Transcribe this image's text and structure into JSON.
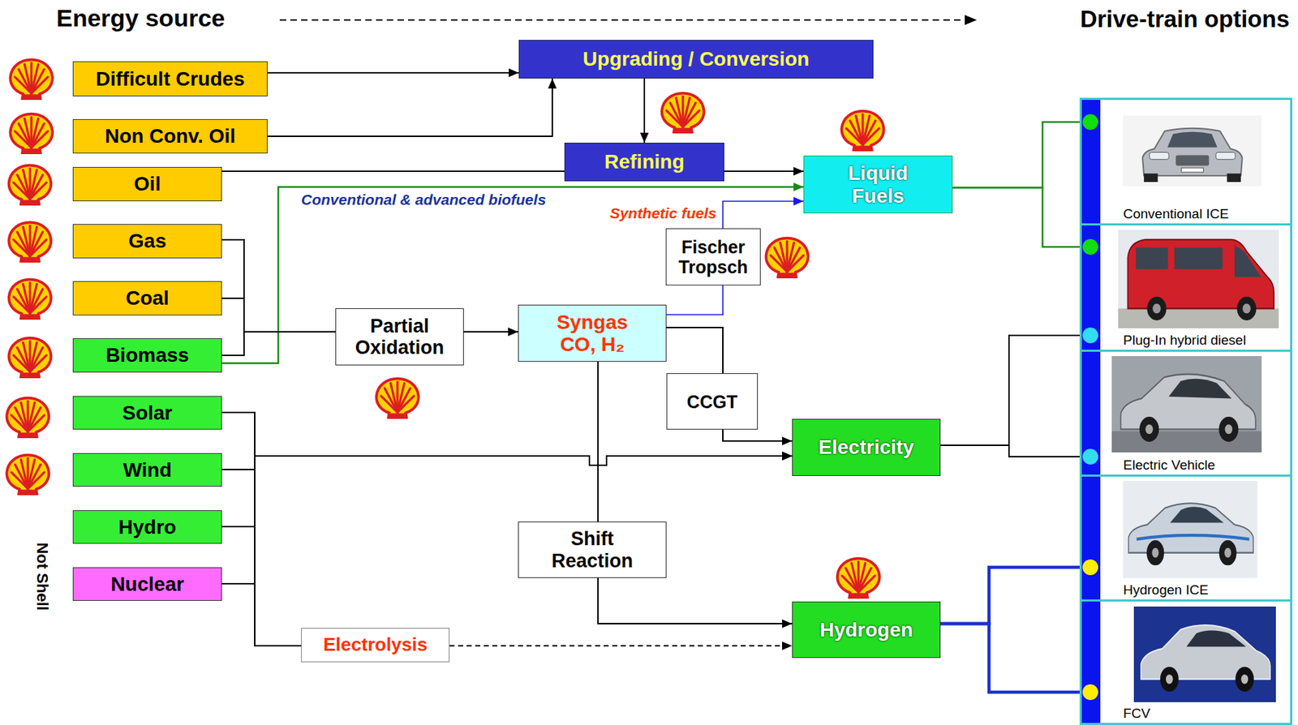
{
  "diagram": {
    "nodes": [
      {
        "text": [
          "Difficult Crudes"
        ]
      },
      {
        "text": [
          "Non Conv. Oil"
        ]
      },
      {
        "text": [
          "Oil"
        ]
      },
      {
        "text": [
          "Gas"
        ]
      },
      {
        "text": [
          "Coal"
        ]
      },
      {
        "text": [
          "Biomass"
        ]
      },
      {
        "text": [
          "Solar"
        ]
      },
      {
        "text": [
          "Wind"
        ]
      },
      {
        "text": [
          "Hydro"
        ]
      },
      {
        "text": [
          "Nuclear"
        ]
      },
      {
        "text": [
          "Upgrading / Conversion"
        ]
      },
      {
        "text": [
          "Refining"
        ]
      },
      {
        "text": [
          "Liquid Fuels"
        ]
      },
      {
        "text": [
          "Partial Oxidation"
        ]
      },
      {
        "text": [
          "Syngas",
          "CO, H₂"
        ]
      },
      {
        "text": [
          "Fischer Tropsch"
        ]
      },
      {
        "text": [
          "CCGT"
        ]
      },
      {
        "text": [
          "Electricity"
        ]
      },
      {
        "text": [
          "Shift Reaction"
        ]
      },
      {
        "text": [
          "Hydrogen"
        ]
      },
      {
        "text": [
          "Electrolysis"
        ]
      },
      {
        "text": [
          "Conventional ICE"
        ]
      },
      {
        "text": [
          "Plug-In hybrid diesel"
        ]
      },
      {
        "text": [
          "Electric Vehicle"
        ]
      },
      {
        "text": [
          "Hydrogen ICE"
        ]
      },
      {
        "text": [
          "FCV"
        ]
      }
    ],
    "edges": [
      {
        "from": 0,
        "to": 10,
        "arrow": "to"
      },
      {
        "from": 1,
        "to": 10,
        "arrow": "to"
      },
      {
        "from": 10,
        "to": 11,
        "arrow": "to"
      },
      {
        "from": 2,
        "to": 11,
        "arrow": "none"
      },
      {
        "from": 11,
        "to": 12,
        "arrow": "to"
      },
      {
        "from": 5,
        "to": 12,
        "arrow": "to",
        "label": "Conventional & advanced biofuels"
      },
      {
        "from": 3,
        "to": 13,
        "arrow": "none"
      },
      {
        "from": 4,
        "to": 13,
        "arrow": "none"
      },
      {
        "from": 5,
        "to": 13,
        "arrow": "none"
      },
      {
        "from": 13,
        "to": 14,
        "arrow": "to"
      },
      {
        "from": 14,
        "to": 15,
        "arrow": "none"
      },
      {
        "from": 15,
        "to": 12,
        "arrow": "to",
        "label": "Synthetic fuels"
      },
      {
        "from": 14,
        "to": 16,
        "arrow": "none"
      },
      {
        "from": 16,
        "to": 17,
        "arrow": "to"
      },
      {
        "from": 6,
        "to": 17,
        "arrow": "to"
      },
      {
        "from": 7,
        "to": 17,
        "arrow": "to"
      },
      {
        "from": 8,
        "to": 17,
        "arrow": "to"
      },
      {
        "from": 9,
        "to": 17,
        "arrow": "to"
      },
      {
        "from": 14,
        "to": 18,
        "arrow": "none"
      },
      {
        "from": 18,
        "to": 19,
        "arrow": "to"
      },
      {
        "from": 6,
        "to": 20,
        "arrow": "none"
      },
      {
        "from": 7,
        "to": 20,
        "arrow": "none"
      },
      {
        "from": 8,
        "to": 20,
        "arrow": "none"
      },
      {
        "from": 9,
        "to": 20,
        "arrow": "none"
      },
      {
        "from": 20,
        "to": 19,
        "arrow": "to"
      },
      {
        "from": 12,
        "to": 21,
        "arrow": "none"
      },
      {
        "from": 12,
        "to": 22,
        "arrow": "none"
      },
      {
        "from": 17,
        "to": 22,
        "arrow": "none"
      },
      {
        "from": 17,
        "to": 23,
        "arrow": "none"
      },
      {
        "from": 19,
        "to": 24,
        "arrow": "none"
      },
      {
        "from": 19,
        "to": 25,
        "arrow": "none"
      }
    ],
    "labels": [
      "Energy source",
      "Drive-train options",
      "Not Shell"
    ]
  }
}
